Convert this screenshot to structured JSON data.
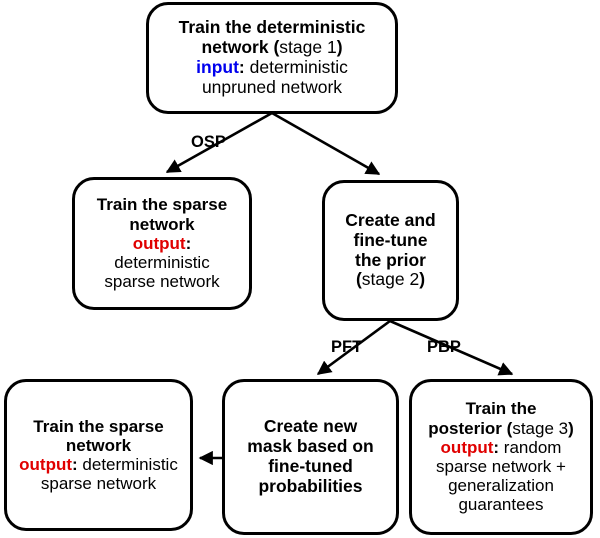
{
  "diagram": {
    "title": "Sparse network training pipeline flowchart",
    "colors": {
      "stroke": "#000000",
      "background": "#ffffff",
      "input_accent": "#0000ee",
      "output_accent": "#e00000"
    },
    "nodes": [
      {
        "id": "train-deterministic",
        "lines": [
          {
            "segments": [
              {
                "text": "Train the deterministic",
                "style": "bold"
              }
            ]
          },
          {
            "segments": [
              {
                "text": "network ",
                "style": "bold"
              },
              {
                "text": "(",
                "style": "bold"
              },
              {
                "text": "stage 1",
                "style": "normal"
              },
              {
                "text": ")",
                "style": "bold"
              }
            ]
          },
          {
            "segments": [
              {
                "text": "input",
                "style": "input"
              },
              {
                "text": ":",
                "style": "bold"
              },
              {
                "text": " deterministic",
                "style": "normal"
              }
            ]
          },
          {
            "segments": [
              {
                "text": "unpruned network",
                "style": "normal"
              }
            ]
          }
        ]
      },
      {
        "id": "train-sparse-osp",
        "lines": [
          {
            "segments": [
              {
                "text": "Train the sparse",
                "style": "bold"
              }
            ]
          },
          {
            "segments": [
              {
                "text": "network",
                "style": "bold"
              }
            ]
          },
          {
            "segments": [
              {
                "text": "output",
                "style": "output"
              },
              {
                "text": ":",
                "style": "bold"
              }
            ]
          },
          {
            "segments": [
              {
                "text": "deterministic",
                "style": "normal"
              }
            ]
          },
          {
            "segments": [
              {
                "text": "sparse network",
                "style": "normal"
              }
            ]
          }
        ]
      },
      {
        "id": "create-prior",
        "lines": [
          {
            "segments": [
              {
                "text": "Create and",
                "style": "bold"
              }
            ]
          },
          {
            "segments": [
              {
                "text": "fine-tune",
                "style": "bold"
              }
            ]
          },
          {
            "segments": [
              {
                "text": "the prior",
                "style": "bold"
              }
            ]
          },
          {
            "segments": [
              {
                "text": "(",
                "style": "bold"
              },
              {
                "text": "stage 2",
                "style": "normal"
              },
              {
                "text": ")",
                "style": "bold"
              }
            ]
          }
        ]
      },
      {
        "id": "train-sparse-pft",
        "lines": [
          {
            "segments": [
              {
                "text": "Train the sparse",
                "style": "bold"
              }
            ]
          },
          {
            "segments": [
              {
                "text": "network",
                "style": "bold"
              }
            ]
          },
          {
            "segments": [
              {
                "text": "output",
                "style": "output"
              },
              {
                "text": ":",
                "style": "bold"
              },
              {
                "text": " deterministic",
                "style": "normal"
              }
            ]
          },
          {
            "segments": [
              {
                "text": "sparse network",
                "style": "normal"
              }
            ]
          }
        ]
      },
      {
        "id": "create-mask",
        "lines": [
          {
            "segments": [
              {
                "text": "Create new",
                "style": "bold"
              }
            ]
          },
          {
            "segments": [
              {
                "text": "mask based on",
                "style": "bold"
              }
            ]
          },
          {
            "segments": [
              {
                "text": "fine-tuned",
                "style": "bold"
              }
            ]
          },
          {
            "segments": [
              {
                "text": "probabilities",
                "style": "bold"
              }
            ]
          }
        ]
      },
      {
        "id": "train-posterior",
        "lines": [
          {
            "segments": [
              {
                "text": "Train the",
                "style": "bold"
              }
            ]
          },
          {
            "segments": [
              {
                "text": "posterior ",
                "style": "bold"
              },
              {
                "text": "(",
                "style": "bold"
              },
              {
                "text": "stage 3",
                "style": "normal"
              },
              {
                "text": ")",
                "style": "bold"
              }
            ]
          },
          {
            "segments": [
              {
                "text": "output",
                "style": "output"
              },
              {
                "text": ":",
                "style": "bold"
              },
              {
                "text": " random",
                "style": "normal"
              }
            ]
          },
          {
            "segments": [
              {
                "text": "sparse network +",
                "style": "normal"
              }
            ]
          },
          {
            "segments": [
              {
                "text": "generalization",
                "style": "normal"
              }
            ]
          },
          {
            "segments": [
              {
                "text": "guarantees",
                "style": "normal"
              }
            ]
          }
        ]
      }
    ],
    "edges": [
      {
        "id": "osp",
        "label": "OSP",
        "from": "train-deterministic",
        "to": "train-sparse-osp"
      },
      {
        "id": "to-prior",
        "label": "",
        "from": "train-deterministic",
        "to": "create-prior"
      },
      {
        "id": "pft",
        "label": "PFT",
        "from": "create-prior",
        "to": "create-mask"
      },
      {
        "id": "pbp",
        "label": "PBP",
        "from": "create-prior",
        "to": "train-posterior"
      },
      {
        "id": "mask-to-sparse",
        "label": "",
        "from": "create-mask",
        "to": "train-sparse-pft"
      }
    ]
  }
}
